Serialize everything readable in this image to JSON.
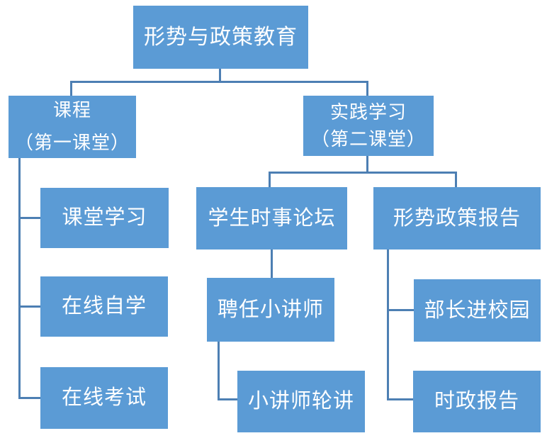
{
  "palette": {
    "node_fill": "#5b9bd5",
    "connector_color": "#4d7fb3",
    "node_text_color": "#ffffff",
    "background": "#ffffff"
  },
  "diagram": {
    "type": "org-chart",
    "nodes": [
      {
        "id": "situation-policy-education",
        "label": "形势与政策教育"
      },
      {
        "id": "course-first-classroom",
        "label": "课程\n（第一课堂）"
      },
      {
        "id": "practical-learning-second-classroom",
        "label": "实践学习\n（第二课堂）"
      },
      {
        "id": "classroom-learning",
        "label": "课堂学习"
      },
      {
        "id": "student-current-affairs-forum",
        "label": "学生时事论坛"
      },
      {
        "id": "situation-policy-report",
        "label": "形势政策报告"
      },
      {
        "id": "online-self-study",
        "label": "在线自学"
      },
      {
        "id": "appoint-junior-lecturers",
        "label": "聘任小讲师"
      },
      {
        "id": "ministers-on-campus",
        "label": "部长进校园"
      },
      {
        "id": "online-exam",
        "label": "在线考试"
      },
      {
        "id": "junior-lecturer-rotation",
        "label": "小讲师轮讲"
      },
      {
        "id": "current-politics-report",
        "label": "时政报告"
      }
    ],
    "edges": [
      {
        "from": "situation-policy-education",
        "to": "course-first-classroom"
      },
      {
        "from": "situation-policy-education",
        "to": "practical-learning-second-classroom"
      },
      {
        "from": "course-first-classroom",
        "to": "classroom-learning"
      },
      {
        "from": "course-first-classroom",
        "to": "online-self-study"
      },
      {
        "from": "course-first-classroom",
        "to": "online-exam"
      },
      {
        "from": "practical-learning-second-classroom",
        "to": "student-current-affairs-forum"
      },
      {
        "from": "practical-learning-second-classroom",
        "to": "situation-policy-report"
      },
      {
        "from": "student-current-affairs-forum",
        "to": "appoint-junior-lecturers"
      },
      {
        "from": "appoint-junior-lecturers",
        "to": "junior-lecturer-rotation"
      },
      {
        "from": "situation-policy-report",
        "to": "ministers-on-campus"
      },
      {
        "from": "situation-policy-report",
        "to": "current-politics-report"
      }
    ]
  }
}
